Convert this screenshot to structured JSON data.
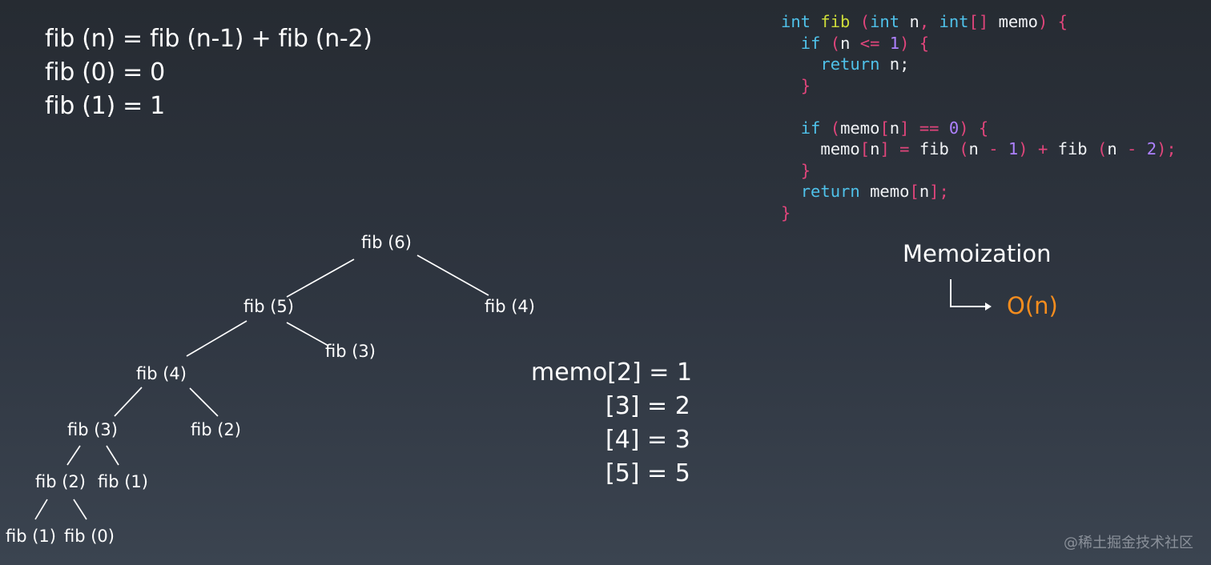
{
  "formulas": [
    "fib (n) = fib (n-1) + fib (n-2)",
    "fib (0) = 0",
    "fib (1) = 1"
  ],
  "tree": {
    "nodes": {
      "fib6": "fib (6)",
      "fib5": "fib (5)",
      "fib4_right": "fib (4)",
      "fib3_right": "fib (3)",
      "fib4_left": "fib (4)",
      "fib3_left": "fib (3)",
      "fib2_right": "fib (2)",
      "fib2_left": "fib (2)",
      "fib1_mid": "fib (1)",
      "fib1_leaf": "fib (1)",
      "fib0_leaf": "fib (0)"
    }
  },
  "memo_table": [
    "memo[2] = 1",
    "[3] = 2",
    "[4] = 3",
    "[5] = 5"
  ],
  "code": {
    "lines": [
      [
        [
          "kw",
          "int "
        ],
        [
          "fn",
          "fib "
        ],
        [
          "pun",
          "("
        ],
        [
          "kw",
          "int "
        ],
        [
          "id",
          "n"
        ],
        [
          "pun",
          ", "
        ],
        [
          "kw",
          "int"
        ],
        [
          "pun",
          "[] "
        ],
        [
          "id",
          "memo"
        ],
        [
          "pun",
          ") {"
        ]
      ],
      [
        [
          "id",
          "  "
        ],
        [
          "kw",
          "if "
        ],
        [
          "pun",
          "("
        ],
        [
          "id",
          "n "
        ],
        [
          "op",
          "<= "
        ],
        [
          "num",
          "1"
        ],
        [
          "pun",
          ") {"
        ]
      ],
      [
        [
          "id",
          "    "
        ],
        [
          "kw",
          "return "
        ],
        [
          "id",
          "n;"
        ]
      ],
      [
        [
          "id",
          "  "
        ],
        [
          "pun",
          "}"
        ]
      ],
      [],
      [
        [
          "id",
          "  "
        ],
        [
          "kw",
          "if "
        ],
        [
          "pun",
          "("
        ],
        [
          "id",
          "memo"
        ],
        [
          "pun",
          "["
        ],
        [
          "id",
          "n"
        ],
        [
          "pun",
          "] "
        ],
        [
          "op",
          "== "
        ],
        [
          "num",
          "0"
        ],
        [
          "pun",
          ") {"
        ]
      ],
      [
        [
          "id",
          "    memo"
        ],
        [
          "pun",
          "["
        ],
        [
          "id",
          "n"
        ],
        [
          "pun",
          "] "
        ],
        [
          "op",
          "= "
        ],
        [
          "id",
          "fib "
        ],
        [
          "pun",
          "("
        ],
        [
          "id",
          "n "
        ],
        [
          "op",
          "- "
        ],
        [
          "num",
          "1"
        ],
        [
          "pun",
          ") "
        ],
        [
          "op",
          "+ "
        ],
        [
          "id",
          "fib "
        ],
        [
          "pun",
          "("
        ],
        [
          "id",
          "n "
        ],
        [
          "op",
          "- "
        ],
        [
          "num",
          "2"
        ],
        [
          "pun",
          ");"
        ]
      ],
      [
        [
          "id",
          "  "
        ],
        [
          "pun",
          "}"
        ]
      ],
      [
        [
          "id",
          "  "
        ],
        [
          "kw",
          "return "
        ],
        [
          "id",
          "memo"
        ],
        [
          "pun",
          "["
        ],
        [
          "id",
          "n"
        ],
        [
          "pun",
          "];"
        ]
      ],
      [
        [
          "pun",
          "}"
        ]
      ]
    ]
  },
  "annotation": {
    "title": "Memoization",
    "complexity": "O(n)"
  },
  "watermark": "@稀土掘金技术社区",
  "colors": {
    "keyword": "#4fc1e9",
    "function": "#cddc39",
    "punctuation": "#e0457b",
    "number": "#ae81ff",
    "complexity": "#f58d1e"
  }
}
